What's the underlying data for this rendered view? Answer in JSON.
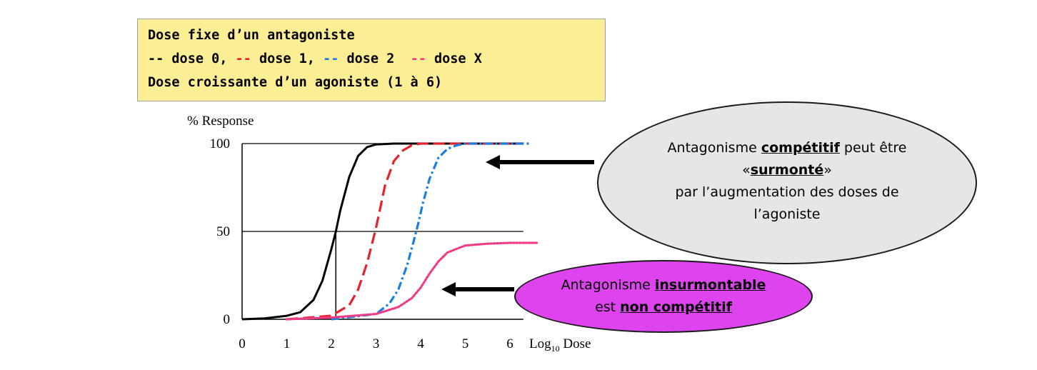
{
  "legend": {
    "line1": "Dose fixe d’un antagoniste",
    "items": [
      {
        "dash": "--",
        "label": " dose 0,",
        "color": "#000000"
      },
      {
        "dash": "--",
        "label": " dose 1,",
        "color": "#e8212a"
      },
      {
        "dash": "--",
        "label": " dose 2",
        "color": "#1a7fe0"
      },
      {
        "dash": "--",
        "label": " dose X",
        "color": "#ef3b86"
      }
    ],
    "line3": "Dose croissante d’un agoniste (1 à 6)"
  },
  "chart_data": {
    "type": "line",
    "ylabel": "% Response",
    "xlabel_main": "Log",
    "xlabel_sub": "10",
    "xlabel_tail": " Dose",
    "x_ticks": [
      "0",
      "1",
      "2",
      "3",
      "4",
      "5",
      "6"
    ],
    "y_ticks": [
      "0",
      "50",
      "100"
    ],
    "xlim": [
      0,
      6.3
    ],
    "ylim": [
      0,
      100
    ],
    "gridlines_y": [
      50,
      100
    ],
    "marker_ec50": {
      "x": 2.1,
      "y": 50
    },
    "series": [
      {
        "dose": "dose 0",
        "color": "#000000",
        "style": "solid",
        "x": [
          0,
          0.5,
          1.0,
          1.3,
          1.6,
          1.8,
          2.0,
          2.1,
          2.2,
          2.4,
          2.6,
          2.8,
          3.0,
          3.4,
          4.0,
          5.0,
          6.0,
          6.3
        ],
        "y": [
          0,
          0.5,
          2,
          4,
          11,
          22,
          40,
          50,
          62,
          81,
          93,
          98,
          99.5,
          100,
          100,
          100,
          100,
          100
        ]
      },
      {
        "dose": "dose 1",
        "color": "#e8212a",
        "style": "dash",
        "x": [
          1.0,
          2.0,
          2.4,
          2.6,
          2.8,
          2.9,
          3.0,
          3.1,
          3.2,
          3.4,
          3.6,
          3.8,
          4.0,
          4.5,
          5.0,
          6.0,
          6.3
        ],
        "y": [
          0,
          2,
          8,
          17,
          32,
          42,
          52,
          64,
          76,
          90,
          96,
          99,
          100,
          100,
          100,
          100,
          100
        ]
      },
      {
        "dose": "dose 2",
        "color": "#1a7fe0",
        "style": "dashdot",
        "x": [
          2.0,
          3.0,
          3.3,
          3.5,
          3.7,
          3.85,
          3.95,
          4.05,
          4.2,
          4.4,
          4.6,
          4.8,
          5.0,
          5.5,
          6.0,
          6.45
        ],
        "y": [
          0,
          3,
          9,
          17,
          31,
          45,
          55,
          66,
          80,
          92,
          97,
          99,
          100,
          100,
          100,
          100
        ]
      },
      {
        "dose": "dose X",
        "color": "#ef3b86",
        "style": "dotted",
        "x": [
          1.0,
          2.0,
          3.0,
          3.5,
          3.8,
          4.0,
          4.2,
          4.4,
          4.6,
          5.0,
          5.5,
          6.0,
          6.6
        ],
        "y": [
          0,
          1,
          3,
          7,
          12,
          18,
          26,
          33,
          38,
          42,
          43,
          43.5,
          43.5
        ]
      }
    ]
  },
  "annotations": {
    "competitive": {
      "line1_pre": "Antagonisme ",
      "line1_bold": "compétitif",
      "line1_post": " peut être",
      "line2_pre": "«",
      "line2_bold": "surmonté",
      "line2_post": "»",
      "line3": "par l’augmentation des doses de",
      "line4": "l’agoniste",
      "color": "#e6e6e6"
    },
    "noncompetitive": {
      "line1_pre": "Antagonisme ",
      "line1_bold": "insurmontable",
      "line2_pre": "est ",
      "line2_bold": "non compétitif",
      "color": "#dd44ee"
    }
  }
}
